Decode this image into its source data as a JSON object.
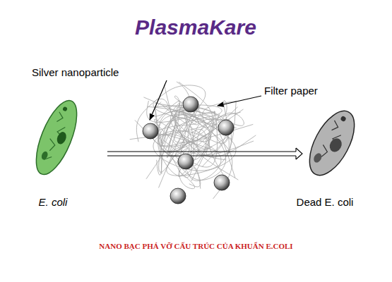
{
  "diagram": {
    "caption": "NANO BẠC PHÁ VỠ CẤU TRÚC CỦA KHUẨN E.COLI",
    "nodes": [
      {
        "text": [
          "E. coli"
        ]
      },
      {
        "text": [
          "Dead E. coli"
        ]
      }
    ],
    "edges": [
      {
        "from": 0,
        "to": 1,
        "arrow": "to"
      }
    ],
    "labels": [
      "PlasmaKare",
      "Silver nanoparticle",
      "Filter paper"
    ]
  }
}
